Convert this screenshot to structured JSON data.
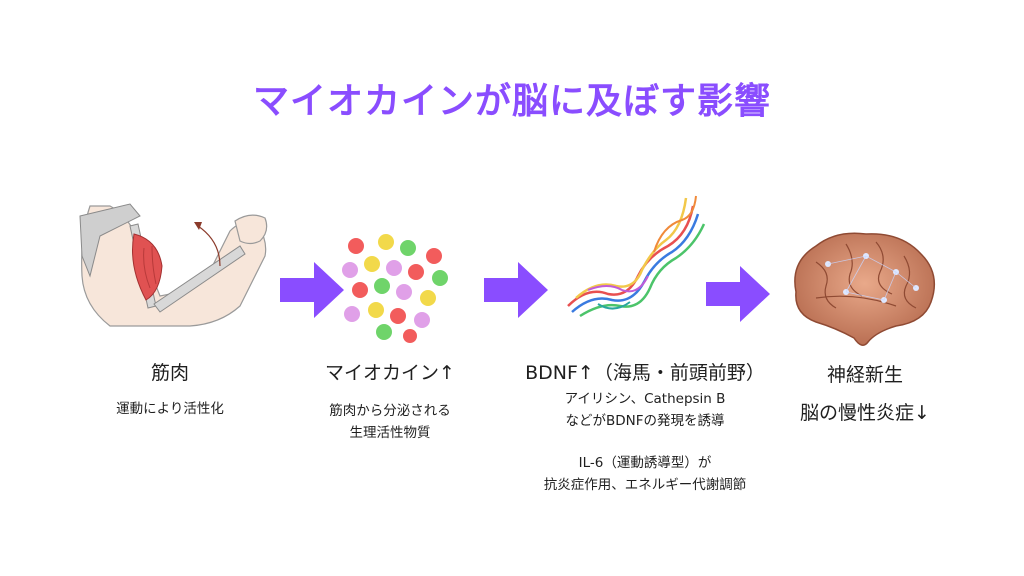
{
  "title": "マイオカインが脳に及ぼす影響",
  "colors": {
    "accent": "#8a4dff",
    "arrow": "#8a4dff",
    "muscle": "#e05252",
    "bone": "#c8c8c8"
  },
  "stages": [
    {
      "icon": "arm-muscle-icon",
      "title": "筋肉",
      "desc": [
        "運動により活性化"
      ]
    },
    {
      "icon": "myokine-molecules-icon",
      "title": "マイオカイン↑",
      "desc": [
        "筋肉から分泌される",
        "生理活性物質"
      ]
    },
    {
      "icon": "protein-structure-icon",
      "title": "BDNF↑（海馬・前頭前野）",
      "desc": [
        "アイリシン、Cathepsin B",
        "などがBDNFの発現を誘導"
      ],
      "desc2": [
        "IL-6（運動誘導型）が",
        "抗炎症作用、エネルギー代謝調節"
      ]
    },
    {
      "icon": "brain-icon",
      "title": "神経新生",
      "title2": "脳の慢性炎症↓"
    }
  ]
}
